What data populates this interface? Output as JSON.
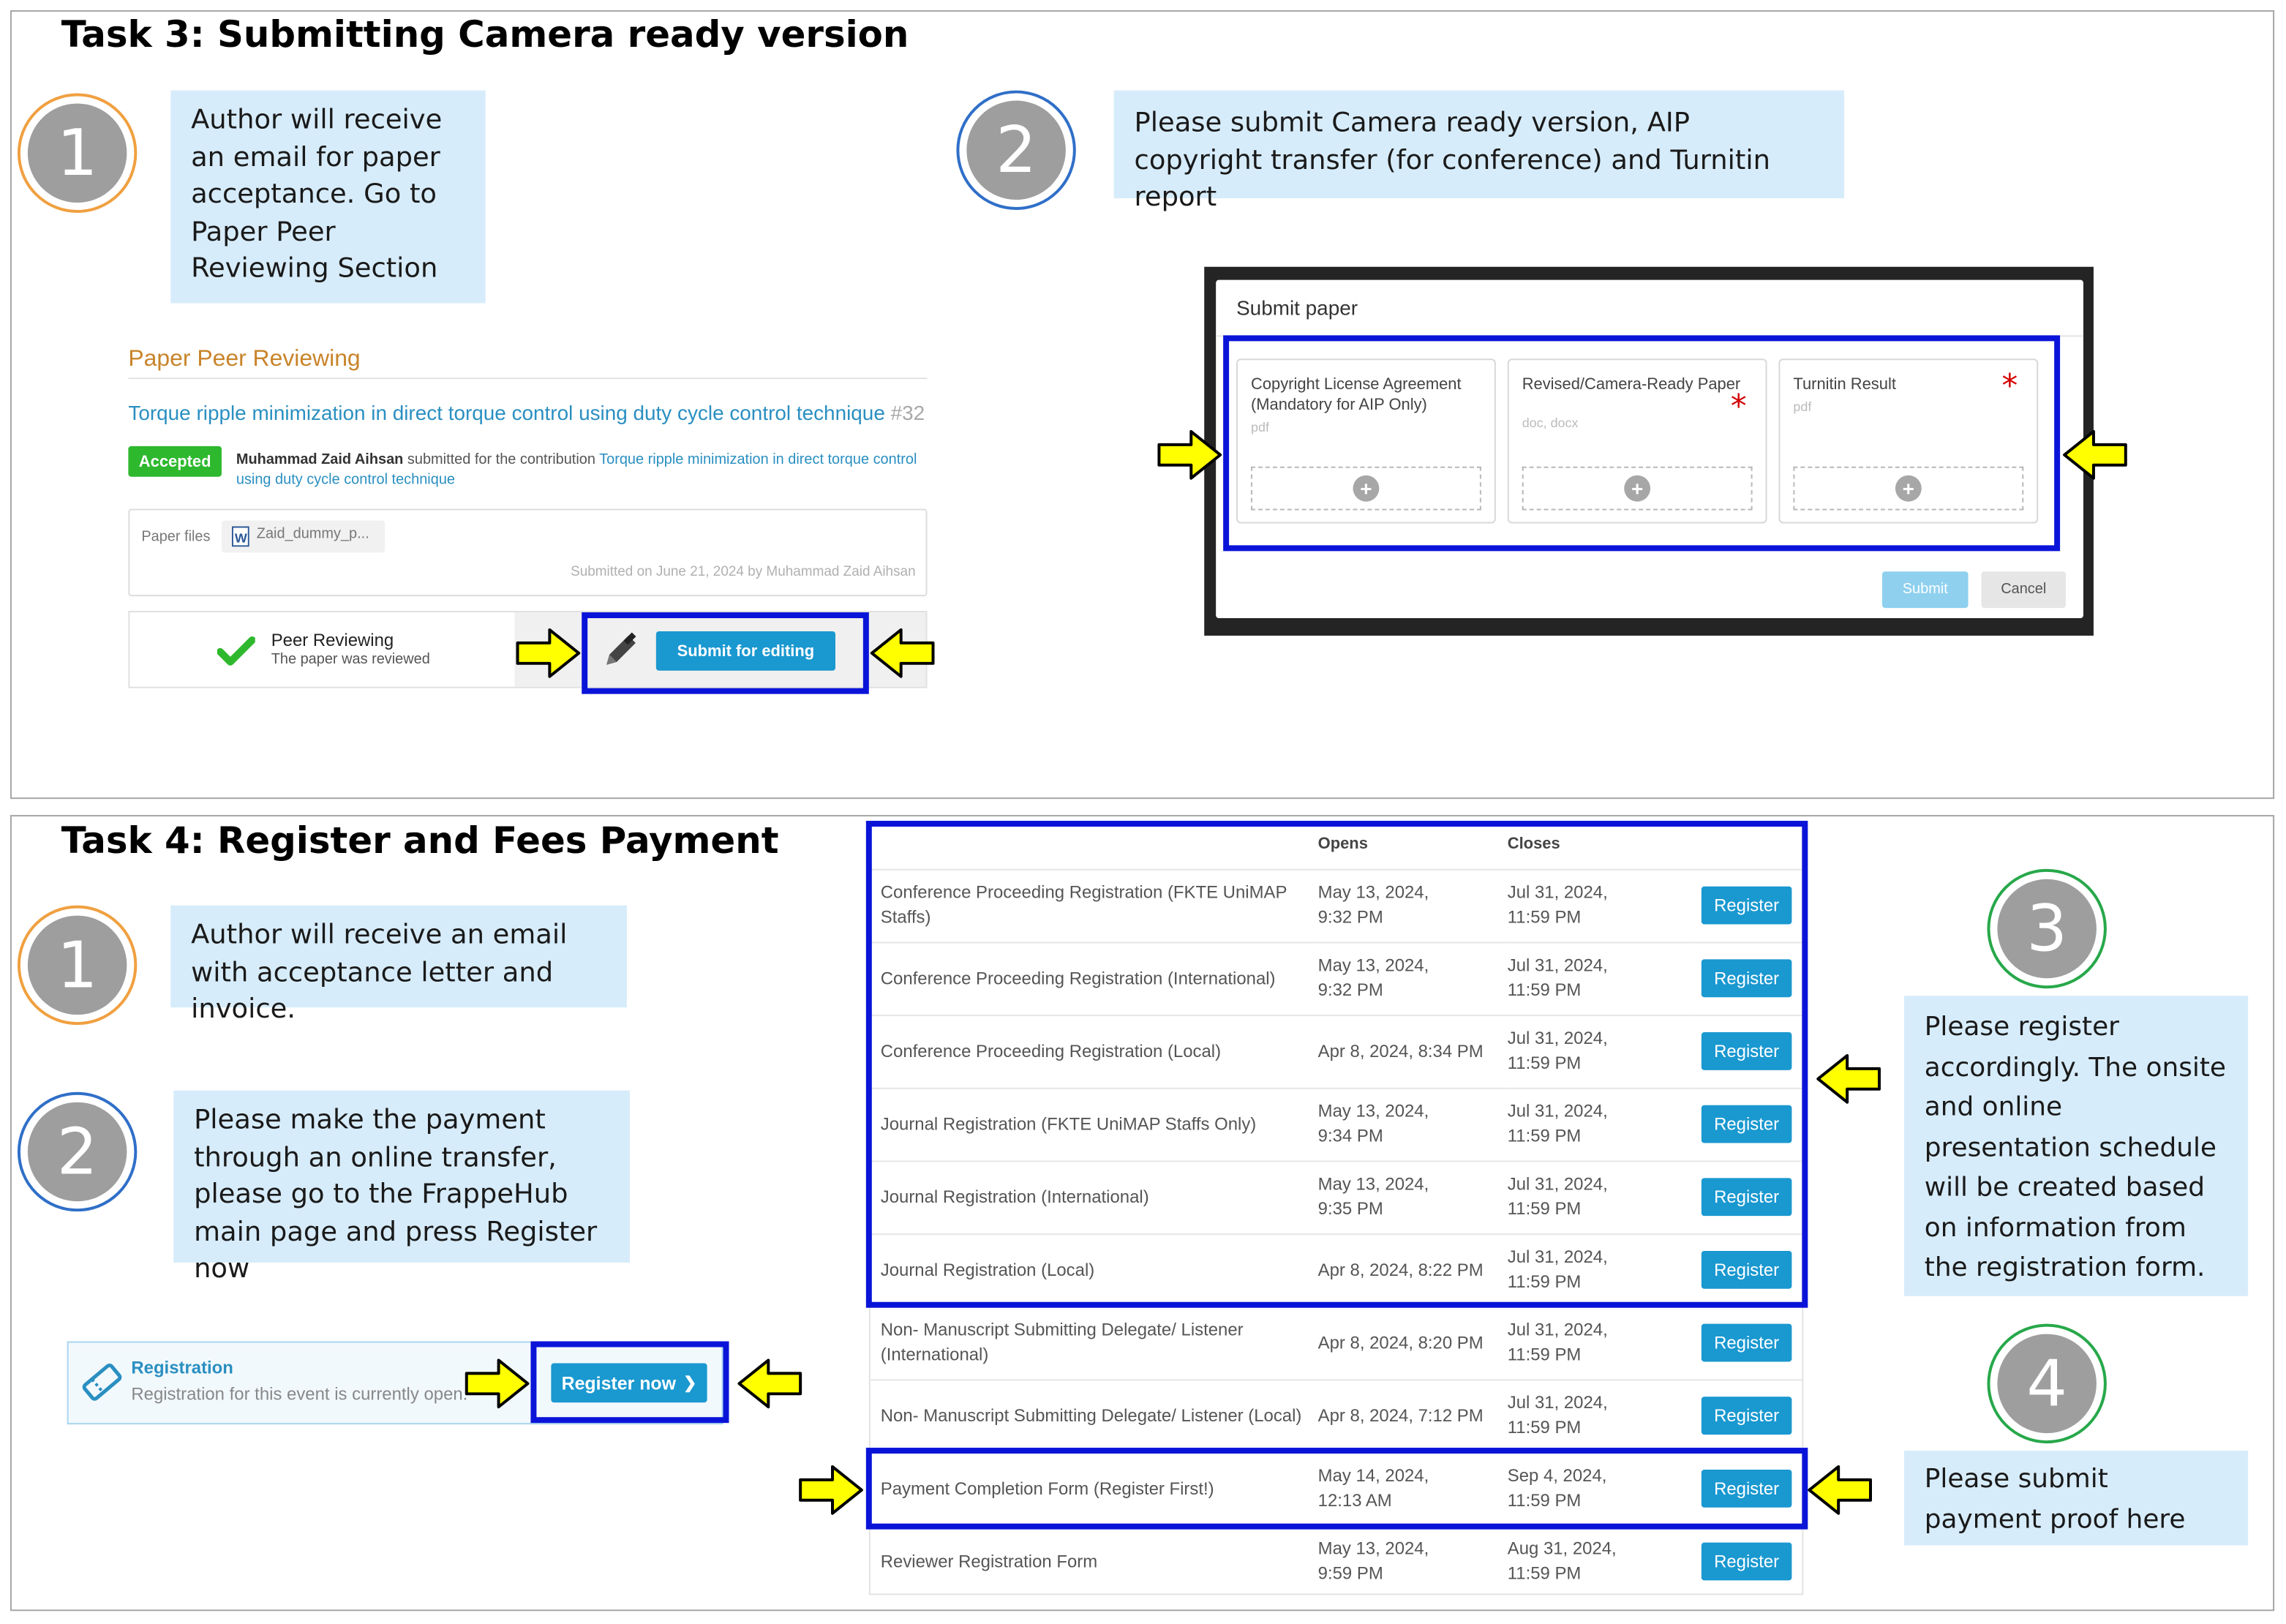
{
  "task3": {
    "heading": "Task 3: Submitting Camera ready version",
    "steps": [
      {
        "number": "1",
        "text": "Author will receive an email for paper acceptance. Go to Paper Peer Reviewing Section"
      },
      {
        "number": "2",
        "text": "Please submit Camera ready version, AIP copyright transfer (for conference) and Turnitin report"
      }
    ],
    "peer_review": {
      "section_title": "Paper Peer Reviewing",
      "paper_title": "Torque ripple minimization in direct torque control using duty cycle control technique",
      "paper_id": "#32",
      "status_badge": "Accepted",
      "author": "Muhammad Zaid Aihsan",
      "submitted_text": "submitted for the contribution",
      "contribution_link": "Torque ripple minimization in direct torque control using duty cycle control technique",
      "files_label": "Paper files",
      "file_name": "Zaid_dummy_p...",
      "submitted_on": "Submitted on June 21, 2024 by Muhammad Zaid Aihsan",
      "review_title": "Peer Reviewing",
      "review_subtitle": "The paper was reviewed",
      "submit_button": "Submit for editing"
    },
    "modal": {
      "title": "Submit paper",
      "fields": [
        {
          "label": "Copyright License Agreement (Mandatory for AIP Only)",
          "formats": "pdf",
          "required": false
        },
        {
          "label": "Revised/Camera-Ready Paper",
          "formats": "doc, docx",
          "required": true
        },
        {
          "label": "Turnitin Result",
          "formats": "pdf",
          "required": true
        }
      ],
      "required_mark": "*",
      "submit_button": "Submit",
      "cancel_button": "Cancel"
    }
  },
  "task4": {
    "heading": "Task 4: Register and Fees Payment",
    "steps": [
      {
        "number": "1",
        "text": "Author will receive an email with acceptance letter and invoice."
      },
      {
        "number": "2",
        "text": "Please make the payment through an online transfer, please go to the FrappeHub main page and press Register now"
      },
      {
        "number": "3",
        "text": "Please register accordingly. The onsite and online presentation schedule will be created based on information from the registration form."
      },
      {
        "number": "4",
        "text": "Please submit payment proof here"
      }
    ],
    "registration_bar": {
      "title": "Registration",
      "subtitle": "Registration for this event is currently open.",
      "button": "Register now",
      "button_chevron": "❯"
    },
    "table": {
      "columns": [
        "",
        "Opens",
        "Closes",
        ""
      ],
      "button_label": "Register",
      "rows": [
        {
          "name": "Conference Proceeding Registration (FKTE UniMAP Staffs)",
          "opens": "May 13, 2024, 9:32 PM",
          "closes": "Jul 31, 2024, 11:59 PM"
        },
        {
          "name": "Conference Proceeding Registration (International)",
          "opens": "May 13, 2024, 9:32 PM",
          "closes": "Jul 31, 2024, 11:59 PM"
        },
        {
          "name": "Conference Proceeding Registration (Local)",
          "opens": "Apr 8, 2024, 8:34 PM",
          "closes": "Jul 31, 2024, 11:59 PM"
        },
        {
          "name": "Journal Registration (FKTE UniMAP Staffs Only)",
          "opens": "May 13, 2024, 9:34 PM",
          "closes": "Jul 31, 2024, 11:59 PM"
        },
        {
          "name": "Journal Registration (International)",
          "opens": "May 13, 2024, 9:35 PM",
          "closes": "Jul 31, 2024, 11:59 PM"
        },
        {
          "name": "Journal Registration (Local)",
          "opens": "Apr 8, 2024, 8:22 PM",
          "closes": "Jul 31, 2024, 11:59 PM"
        },
        {
          "name": "Non- Manuscript Submitting Delegate/ Listener (International)",
          "opens": "Apr 8, 2024, 8:20 PM",
          "closes": "Jul 31, 2024, 11:59 PM"
        },
        {
          "name": "Non- Manuscript Submitting Delegate/ Listener (Local)",
          "opens": "Apr 8, 2024, 7:12 PM",
          "closes": "Jul 31, 2024, 11:59 PM"
        },
        {
          "name": "Payment Completion Form (Register First!)",
          "opens": "May 14, 2024, 12:13 AM",
          "closes": "Sep 4, 2024, 11:59 PM"
        },
        {
          "name": "Reviewer Registration Form",
          "opens": "May 13, 2024, 9:59 PM",
          "closes": "Aug 31, 2024, 11:59 PM"
        }
      ]
    }
  },
  "colors": {
    "highlight_box": "#0a14d8",
    "callout_bg": "#d7ecfa",
    "button_blue": "#1a98d0",
    "accepted_green": "#2eb82e",
    "section_orange": "#c8842a",
    "link_blue": "#2a8fc1",
    "arrow_yellow": "#ffff00",
    "bubble_orange": "#f0a040",
    "bubble_blue": "#2f6fc8",
    "bubble_green": "#27a84a",
    "required_red": "#d40000"
  },
  "icons": [
    "pointer-arrow-icon",
    "pencil-icon",
    "check-icon",
    "word-file-icon",
    "plus-circle-icon",
    "ticket-icon",
    "chevron-right-icon"
  ]
}
